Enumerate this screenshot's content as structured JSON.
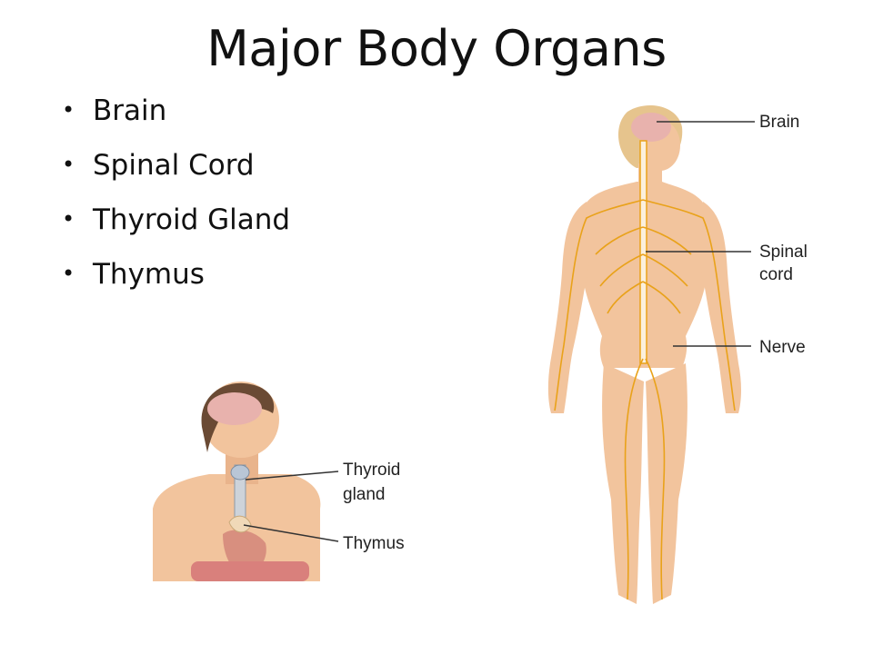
{
  "title": "Major Body Organs",
  "bullets": [
    "Brain",
    "Spinal Cord",
    "Thyroid Gland",
    "Thymus"
  ],
  "female_figure": {
    "labels": {
      "brain": "Brain",
      "spinal_cord_1": "Spinal",
      "spinal_cord_2": "cord",
      "nerve": "Nerve"
    }
  },
  "male_figure": {
    "labels": {
      "thyroid_1": "Thyroid",
      "thyroid_2": "gland",
      "thymus": "Thymus"
    }
  },
  "colors": {
    "skin": "#f2c49d",
    "skin_shadow": "#e0a47c",
    "nerve": "#e9a21a",
    "brain": "#e8b2ad",
    "hair_female": "#e6c48d",
    "hair_male": "#6a4a34",
    "label_line": "#333333"
  }
}
